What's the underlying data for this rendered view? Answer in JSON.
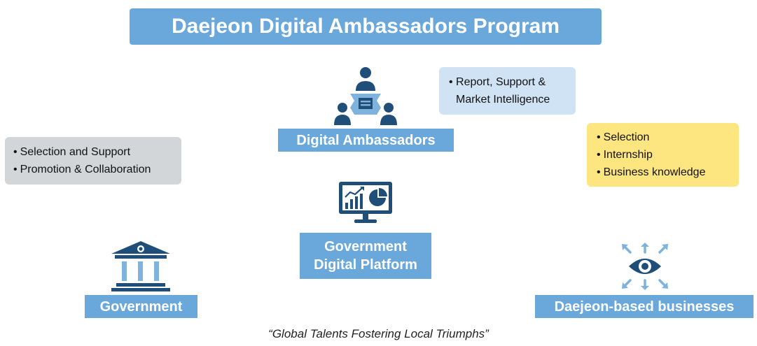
{
  "title": "Daejeon Digital Ambassadors Program",
  "nodes": {
    "ambassadors": {
      "label": "Digital Ambassadors",
      "icon": "meeting-people-icon"
    },
    "platform": {
      "label_line1": "Government",
      "label_line2": "Digital Platform",
      "icon": "monitor-dashboard-icon"
    },
    "government": {
      "label": "Government",
      "icon": "government-building-icon"
    },
    "businesses": {
      "label": "Daejeon-based businesses",
      "icon": "eye-arrows-icon"
    }
  },
  "notes": {
    "ambassadors": {
      "line1": "Report, Support &",
      "line2": "Market Intelligence"
    },
    "government": {
      "items": [
        "Selection and Support",
        "Promotion & Collaboration"
      ]
    },
    "businesses": {
      "items": [
        "Selection",
        "Internship",
        "Business knowledge"
      ]
    }
  },
  "tagline": "“Global Talents Fostering Local Triumphs”",
  "colors": {
    "label_blue": "#6aa8dc",
    "icon_navy": "#1f4e79",
    "icon_light_blue": "#7fb2dd",
    "note_blue": "#cfe3f4",
    "note_gray": "#d3d6d9",
    "note_yellow": "#fde580"
  }
}
